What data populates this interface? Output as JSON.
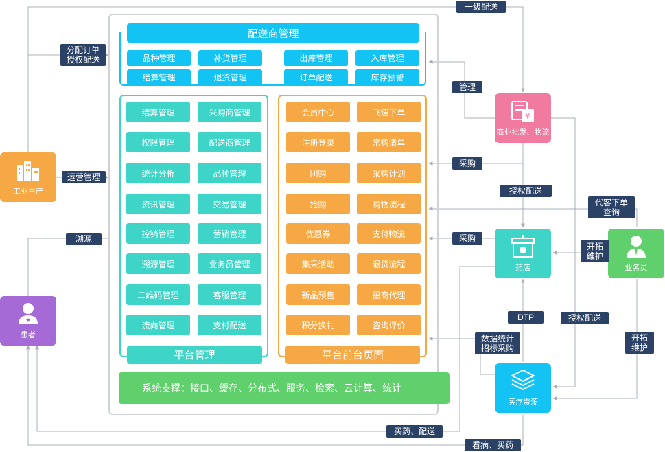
{
  "top_section": {
    "title": "配送商管理",
    "items": [
      "品种管理",
      "补货管理",
      "出库管理",
      "入库管理",
      "结算管理",
      "退货管理",
      "订单配送",
      "库存预警"
    ]
  },
  "platform_management": {
    "title": "平台管理",
    "items": [
      "结算管理",
      "采购商管理",
      "权限管理",
      "配送商管理",
      "统计分析",
      "品种管理",
      "资讯管理",
      "交易管理",
      "控销管理",
      "营销管理",
      "溯源管理",
      "业务员管理",
      "二维码管理",
      "客服管理",
      "流向管理",
      "支付配送"
    ]
  },
  "platform_frontend": {
    "title": "平台前台页面",
    "items": [
      "会员中心",
      "飞速下单",
      "注册登录",
      "常购清单",
      "团购",
      "采购计划",
      "抢购",
      "购物流程",
      "优惠券",
      "支付物流",
      "集采活动",
      "退货流程",
      "新品预售",
      "招商代理",
      "积分换礼",
      "咨询评价"
    ]
  },
  "system_support": "系统支撑：接口、缓存、分布式、服务、检索、云计算、统计",
  "nodes": {
    "industry": "工业生产",
    "patient": "患者",
    "wholesale": "商业批发、物流",
    "pharmacy": "药店",
    "salesman": "业务员",
    "medical": "医疗资源"
  },
  "tags": {
    "level1": "一级配送",
    "distribute": "分配订单\n授权配送",
    "operation": "运营管理",
    "trace": "溯源",
    "manage": "管理",
    "purchase1": "采购",
    "auth1": "授权配送",
    "order_query": "代客下单\n查询",
    "expand1": "开拓\n维护",
    "purchase2": "采购",
    "dtp": "DTP",
    "auth2": "授权配送",
    "stats": "数据统计\n招标采购",
    "expand2": "开拓\n维护",
    "buy_deliver": "买药、配送",
    "visit_buy": "看病、买药"
  },
  "colors": {
    "blue": "#12c3f4",
    "teal": "#3ed4c8",
    "orange": "#f5a843",
    "green": "#5fd06b",
    "purple": "#a56ad6",
    "pink": "#f07aa0",
    "navy": "#2b4266"
  }
}
